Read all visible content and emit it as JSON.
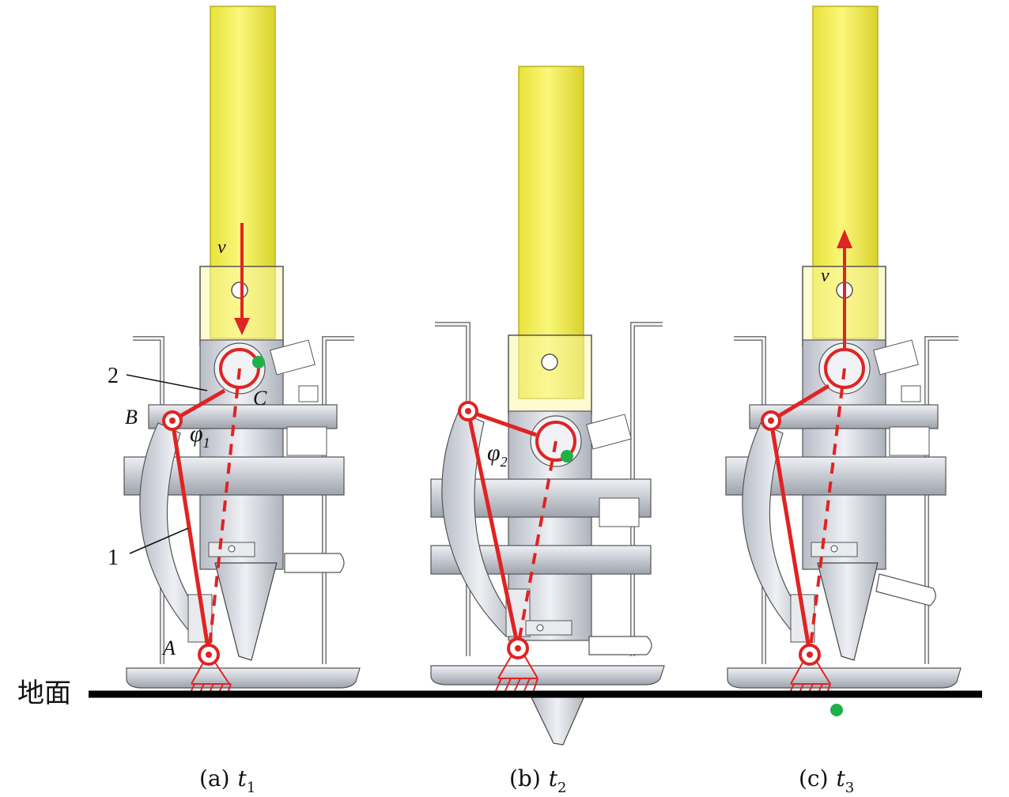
{
  "ground_label": "地面",
  "panels": [
    {
      "id": "a",
      "caption_prefix": "(a)",
      "caption_var": "t",
      "caption_sub": "1",
      "velocity_label": "v",
      "velocity_direction": "down",
      "angle_symbol": "φ",
      "angle_sub": "1",
      "point_labels": {
        "A": "A",
        "B": "B",
        "C": "C"
      },
      "part_labels": {
        "one": "1",
        "two": "2"
      }
    },
    {
      "id": "b",
      "caption_prefix": "(b)",
      "caption_var": "t",
      "caption_sub": "2",
      "angle_symbol": "φ",
      "angle_sub": "2"
    },
    {
      "id": "c",
      "caption_prefix": "(c)",
      "caption_var": "t",
      "caption_sub": "3",
      "velocity_label": "v",
      "velocity_direction": "up"
    }
  ],
  "colors": {
    "shaft_yellow": "#f5f04a",
    "shaft_edge": "#c9c22a",
    "mechanism_red": "#e02323",
    "marker_green": "#1fb04a",
    "frame_gray": "#c9ccd3",
    "ground": "#000000"
  }
}
